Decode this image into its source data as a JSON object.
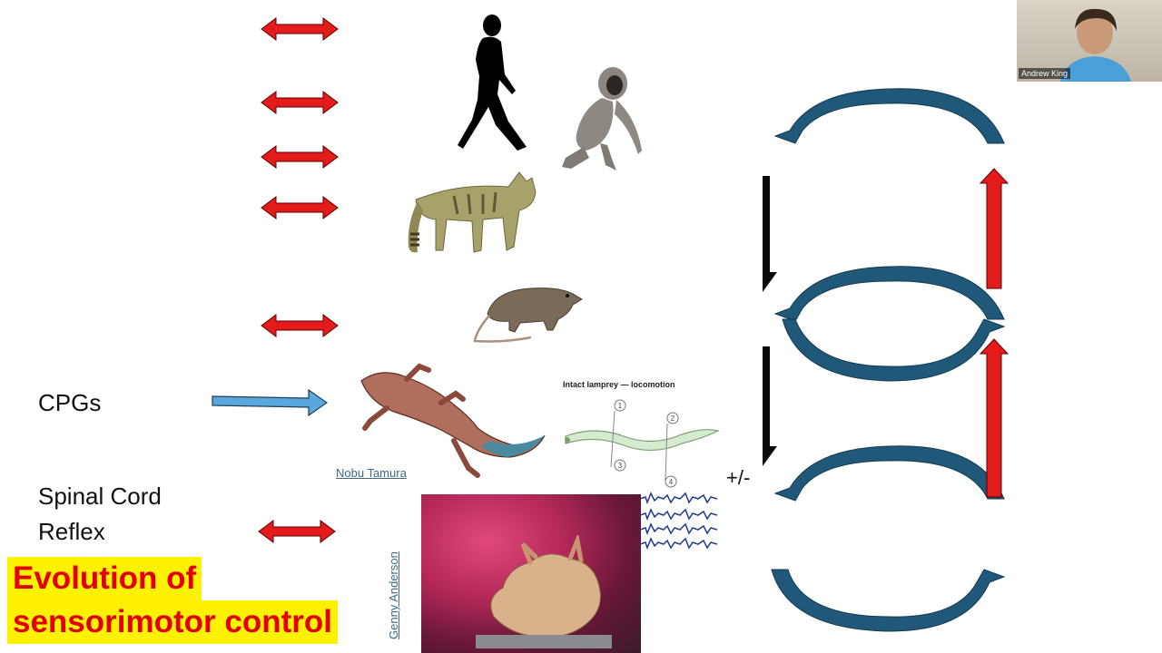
{
  "slide": {
    "labels": {
      "cpgs": "CPGs",
      "spinal_cord": "Spinal Cord",
      "reflex": "Reflex",
      "plus_minus": "+/-"
    },
    "title_line1": "Evolution of",
    "title_line2": "sensorimotor control",
    "credits": {
      "lizard": "Nobu Tamura",
      "sea_slug": "Genny Anderson"
    },
    "lamprey_figure": {
      "title": "Intact lamprey — locomotion",
      "electrodes": [
        "1",
        "2",
        "3",
        "4"
      ]
    },
    "animals": [
      "human-silhouette",
      "gibbon",
      "cat",
      "rat",
      "lizard",
      "lamprey",
      "sea-slug"
    ],
    "colors": {
      "red_arrow": "#e31b1b",
      "blue_arrow": "#5aa7dd",
      "loop_blue": "#1f5878",
      "title_bg": "#fff200",
      "title_text": "#e00000"
    }
  },
  "video": {
    "participant_name": "Andrew King"
  }
}
